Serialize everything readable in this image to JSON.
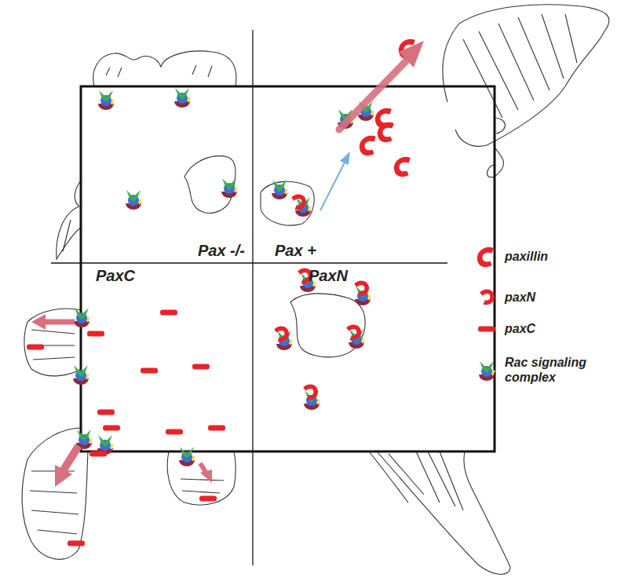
{
  "diagram": {
    "nodes": [
      {
        "text": [
          "Pax -/-"
        ]
      },
      {
        "text": [
          "Pax +"
        ]
      },
      {
        "text": [
          "PaxC"
        ]
      },
      {
        "text": [
          "PaxN"
        ]
      }
    ],
    "legend": [
      {
        "text": "paxillin"
      },
      {
        "text": "paxN"
      },
      {
        "text": "paxC"
      },
      {
        "text": "Rac signaling complex"
      }
    ]
  }
}
